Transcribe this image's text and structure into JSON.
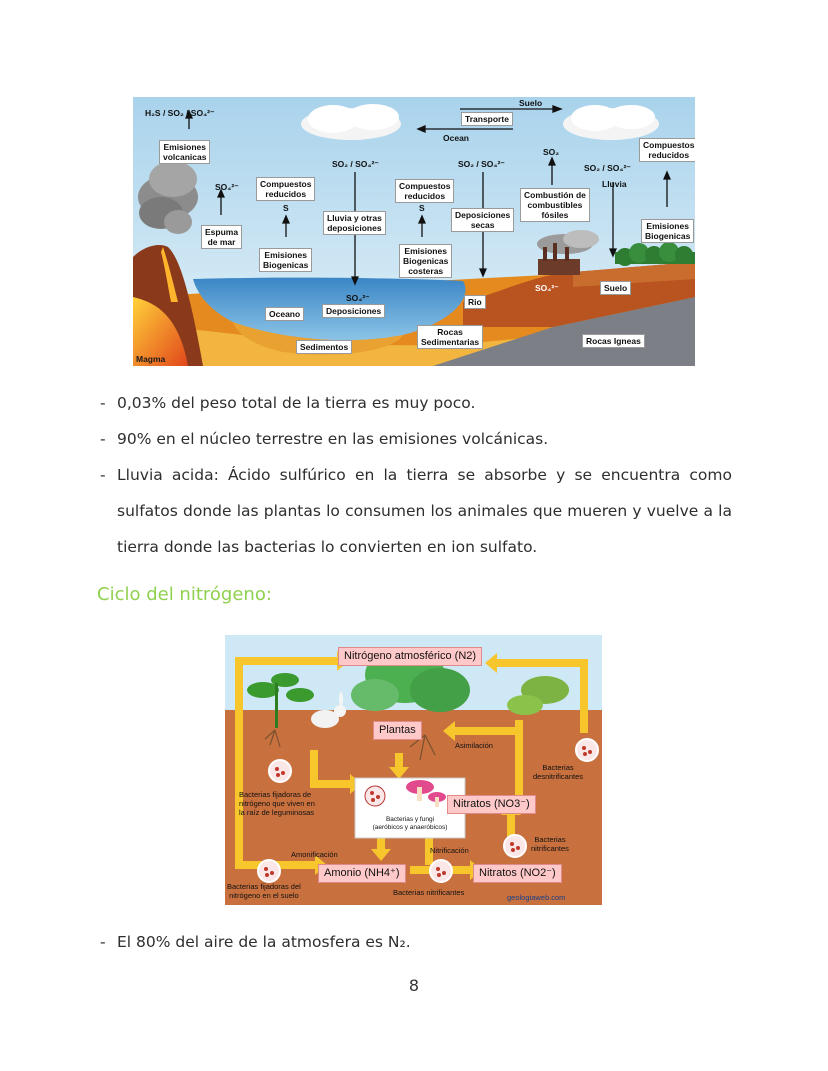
{
  "sulfur_figure": {
    "labels": {
      "suelo_top": "Suelo",
      "transporte": "Transporte",
      "ocean": "Ocean",
      "h2s_top": "H₂S  /  SO₂  /  SO₄²⁻",
      "emisiones_volcanicas": "Emisiones\nvolcanicas",
      "so4_left": "SO₄²⁻",
      "espuma_de_mar": "Espuma\nde mar",
      "compuestos_reducidos_1": "Compuestos\nreducidos",
      "s_1": "S",
      "emisiones_biogenicas_1": "Emisiones\nBiogenicas",
      "oceano": "Oceano",
      "so2_so4_mid": "SO₂  /  SO₄²⁻",
      "lluvia_otras": "Lluvia  y  otras\ndeposiciones",
      "so4_deposiciones": "SO₄²⁻",
      "deposiciones": "Deposiciones",
      "sedimentos": "Sedimentos",
      "compuestos_reducidos_2": "Compuestos\nreducidos",
      "s_2": "S",
      "emisiones_biogenicas_costeras": "Emisiones\nBiogenicas\ncosteras",
      "so2_so4_right": "SO₂  /  SO₄²⁻",
      "deposiciones_secas": "Deposiciones\nsecas",
      "rio": "Rio",
      "rocas_sedimentarias": "Rocas\nSedimentarias",
      "so2_right": "SO₂",
      "combustion": "Combustión de\ncombustibles\nfósiles",
      "so4_factory": "SO₄²⁻",
      "so2_so4_far": "SO₂  /  SO₄²⁻",
      "lluvia": "Lluvia",
      "compuestos_reducidos_3": "Compuestos\nreducidos",
      "emisiones_biogenicas_3": "Emisiones\nBiogenicas",
      "suelo_bottom": "Suelo",
      "rocas_igneas": "Rocas Igneas",
      "magma": "Magma"
    }
  },
  "bullets_sulfur": [
    "0,03% del peso total de la tierra es muy poco.",
    "90% en el núcleo terrestre en las emisiones volcánicas.",
    "Lluvia acida: Ácido sulfúrico en la tierra se absorbe y se encuentra como sulfatos donde las plantas lo consumen los animales que mueren y vuelve a la tierra donde las bacterias lo convierten en ion sulfato."
  ],
  "heading": "Ciclo del nitrógeno:",
  "nitrogen_figure": {
    "labels": {
      "nitrogeno_atmosferico": "Nitrógeno atmosférico (N2)",
      "plantas": "Plantas",
      "asimilacion": "Asimilación",
      "bacterias_desnitrificantes": "Bacterias\ndesnitrificantes",
      "bacterias_fijadoras_raiz": "Bacterias fijadoras de\nnitrógeno que viven en\nla raíz de leguminosas",
      "bacterias_fungi": "Bacterias y fungi\n(aeróbicos y anaeróbicos)",
      "nitratos": "Nitratos (NO3⁻)",
      "bacterias_nitrificantes_right": "Bacterias\nnitrificantes",
      "amonificacion": "Amonificación",
      "nitrificacion": "Nitrificación",
      "amonio": "Amonio (NH4⁺)",
      "nitritos": "Nitratos (NO2⁻)",
      "bacterias_fijadoras_suelo": "Bacterias fijadoras del\nnitrógeno en el suelo",
      "bacterias_nitrificantes_bottom": "Bacterias nitrificantes",
      "source": "geologiaweb.com"
    }
  },
  "bullets_nitrogen": [
    "El 80% del aire de la atmosfera es N₂."
  ],
  "page_number": "8",
  "colors": {
    "heading": "#8fd14f",
    "sky": "#bfe0f0",
    "ocean": "#3f8fcf",
    "soil": "#c8703e",
    "arrow_yellow": "#f7c62c",
    "box_pink": "#ffc9c9"
  }
}
